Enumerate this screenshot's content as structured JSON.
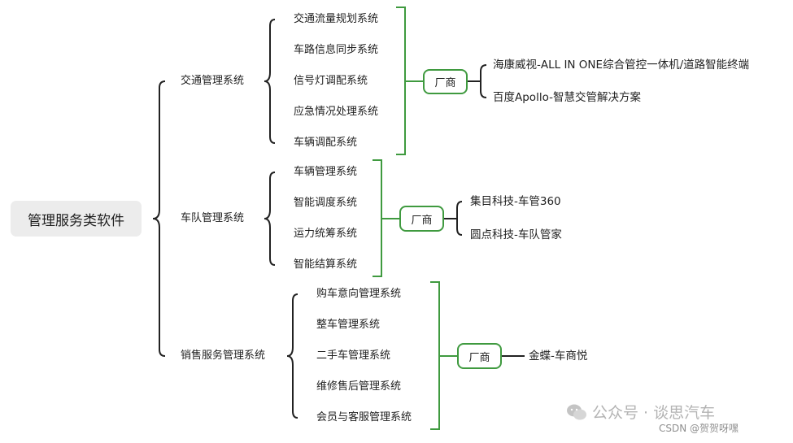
{
  "root": "管理服务类软件",
  "branches": [
    {
      "label": "交通管理系统",
      "systems": [
        "交通流量规划系统",
        "车路信息同步系统",
        "信号灯调配系统",
        "应急情况处理系统",
        "车辆调配系统"
      ],
      "vendor_label": "厂商",
      "vendors": [
        "海康威视-ALL IN ONE综合管控一体机/道路智能终端",
        "百度Apollo-智慧交管解决方案"
      ]
    },
    {
      "label": "车队管理系统",
      "systems": [
        "车辆管理系统",
        "智能调度系统",
        "运力统筹系统",
        "智能结算系统"
      ],
      "vendor_label": "厂商",
      "vendors": [
        "集目科技-车管360",
        "圆点科技-车队管家"
      ]
    },
    {
      "label": "销售服务管理系统",
      "systems": [
        "购车意向管理系统",
        "整车管理系统",
        "二手车管理系统",
        "维修售后管理系统",
        "会员与客服管理系统"
      ],
      "vendor_label": "厂商",
      "vendors": [
        "金蝶-车商悦"
      ]
    }
  ],
  "colors": {
    "bracket_black": "#222222",
    "bracket_green": "#3f9a3f",
    "root_bg": "#ececec"
  },
  "watermark": {
    "text": "公众号 · 谈思汽车",
    "icon": "wechat-icon"
  },
  "source_mark": "CSDN @贺贺呀嘿"
}
